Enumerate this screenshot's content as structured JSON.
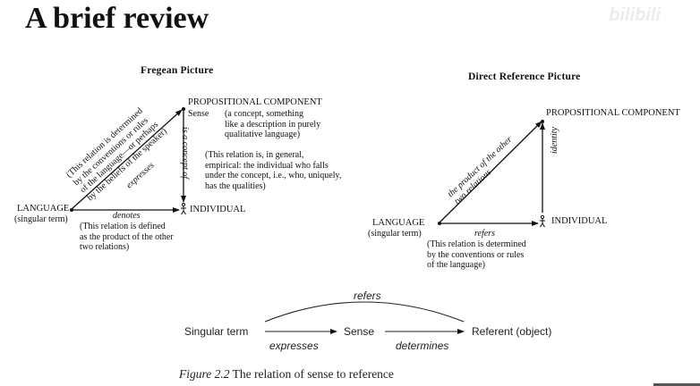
{
  "title": "A brief review",
  "watermark": "bilibili",
  "fregean": {
    "heading": "Fregean Picture",
    "propositional": "PROPOSITIONAL COMPONENT",
    "sense": "Sense",
    "sense_note": "(a concept, something\nlike a description in purely\nqualitative language)",
    "language": "LANGUAGE",
    "singular_term": "(singular term)",
    "individual": "INDIVIDUAL",
    "denotes": "denotes",
    "denotes_note": "(This relation is defined\nas the product of the other\ntwo relations)",
    "expresses": "expresses",
    "expresses_note": "(This relation is determined\nby the conventions or rules\nof the language—or perhaps\nby the beliefs of the speaker)",
    "is_a_concept_of": "is a concept of",
    "concept_note": "(This relation is, in general,\nempirical: the individual who falls\nunder the concept, i.e., who, uniquely,\nhas the qualities)"
  },
  "direct": {
    "heading": "Direct Reference Picture",
    "propositional": "PROPOSITIONAL COMPONENT",
    "language": "LANGUAGE",
    "singular_term": "(singular term)",
    "individual": "INDIVIDUAL",
    "refers": "refers",
    "refers_note": "(This relation is determined\nby the conventions or rules\nof the language)",
    "identity": "identity",
    "product_note": "the product of the other\ntwo relations"
  },
  "bottom": {
    "singular_term": "Singular term",
    "sense": "Sense",
    "referent": "Referent (object)",
    "refers": "refers",
    "expresses": "expresses",
    "determines": "determines"
  },
  "caption": {
    "figure": "Figure 2.2",
    "text": "The relation of sense to reference"
  }
}
